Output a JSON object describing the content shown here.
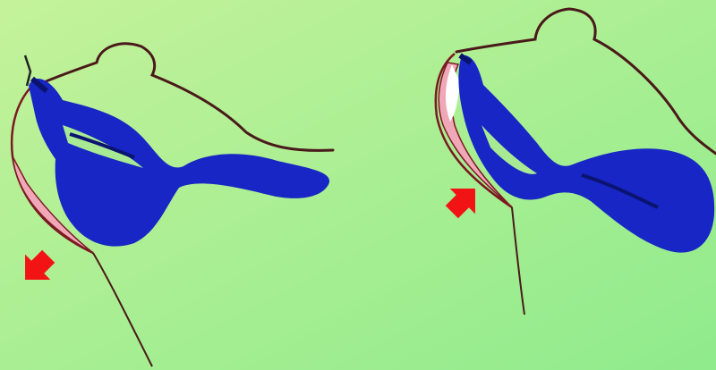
{
  "colors": {
    "background_start": "#c4f29a",
    "background_end": "#8feb8c",
    "outline": "#4a1a1a",
    "throat_outline": "#7a1a22",
    "throat_fill": "#f0a8b8",
    "throat_highlight": "#ffffff",
    "vocal_tract": "#1726c4",
    "vocal_tract_dark": "#0a1470",
    "arrow": "#f21414"
  },
  "panels": [
    {
      "id": "left",
      "arrow_direction": "down-left"
    },
    {
      "id": "right",
      "arrow_direction": "up-right"
    }
  ]
}
